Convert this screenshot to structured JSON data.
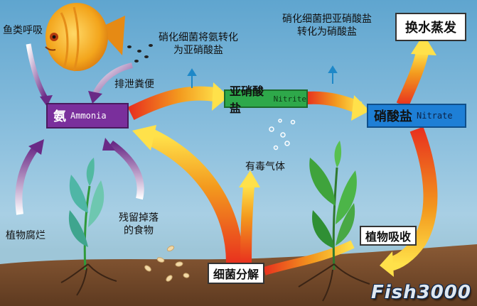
{
  "labels": {
    "fish_breathing": "鱼类呼吸",
    "fish_waste": "排泄粪便",
    "nitrify_ammonia": "硝化细菌将氨转化为亚硝酸盐",
    "nitrify_nitrite": "硝化细菌把亚硝酸盐转化为硝酸盐",
    "evaporation": "换水蒸发",
    "toxic_gas": "有毒气体",
    "plant_decay": "植物腐烂",
    "leftover_food": "残留掉落的食物",
    "plant_absorb": "植物吸收",
    "bacteria_decompose": "细菌分解"
  },
  "nodes": {
    "ammonia": {
      "zh": "氨",
      "en": "Ammonia"
    },
    "nitrite": {
      "zh": "亚硝酸盐",
      "en": "Nitrite"
    },
    "nitrate": {
      "zh": "硝酸盐",
      "en": "Nitrate"
    }
  },
  "logo": "Fish3000",
  "colors": {
    "ammonia_box": "#7a2f9c",
    "nitrite_box": "#2ea84a",
    "nitrate_box": "#1e7fd6",
    "arrow_red": "#e8321e",
    "arrow_orange": "#f39a1e",
    "arrow_yellow": "#ffe14a",
    "soil": "#7a4e2d",
    "plant": "#2f9a3a"
  }
}
